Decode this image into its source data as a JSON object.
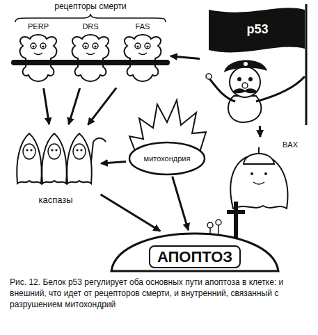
{
  "diagram": {
    "caption": "Рис. 12. Белок p53 регулирует оба основных пути апоптоза в клетке: и внешний, что идет от рецепторов смерти, и внутренний, связанный с разрушением митохондрий",
    "nodes": [
      {
        "text": [
          "PERP"
        ]
      },
      {
        "text": [
          "DRS"
        ]
      },
      {
        "text": [
          "FAS"
        ]
      },
      {
        "text": [
          "p53"
        ]
      },
      {
        "text": [
          "каспазы"
        ]
      },
      {
        "text": [
          "митохондрия"
        ]
      },
      {
        "text": [
          "BAX"
        ]
      },
      {
        "text": [
          "АПОПТОЗ"
        ]
      }
    ],
    "edges": [
      {
        "from": 3,
        "to": 2,
        "arrow": "to"
      },
      {
        "from": 0,
        "to": 4,
        "arrow": "to"
      },
      {
        "from": 1,
        "to": 4,
        "arrow": "to"
      },
      {
        "from": 2,
        "to": 4,
        "arrow": "to"
      },
      {
        "from": 3,
        "to": 6,
        "arrow": "to"
      },
      {
        "from": 5,
        "to": 4,
        "arrow": "to"
      },
      {
        "from": 5,
        "to": 7,
        "arrow": "to"
      },
      {
        "from": 4,
        "to": 7,
        "arrow": "to"
      }
    ],
    "labels": [
      "рецепторы смерти"
    ]
  }
}
